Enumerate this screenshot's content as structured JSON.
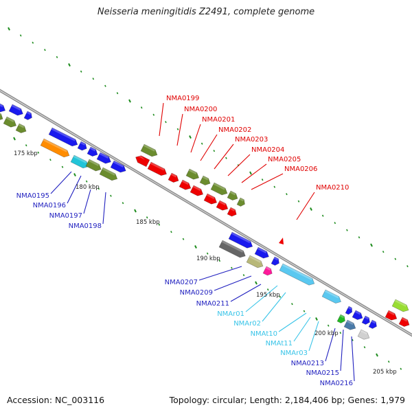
{
  "title": "Neisseria meningitidis Z2491, complete genome",
  "footer": {
    "accession": "Accession: NC_003116",
    "summary": "Topology: circular; Length: 2,184,406 bp; Genes: 1,979"
  },
  "colors": {
    "backbone": "#8c8c8c",
    "tick": "#1e8c1e",
    "label_red": "#e00000",
    "label_blue": "#1f1fbf",
    "label_cyan": "#38c4e8"
  },
  "tick_labels": [
    "175 kbp",
    "180 kbp",
    "185 kbp",
    "190 kbp",
    "195 kbp",
    "200 kbp",
    "205 kbp"
  ],
  "labels_top": [
    "NMA0199",
    "NMA0200",
    "NMA0201",
    "NMA0202",
    "NMA0203",
    "NMA0204",
    "NMA0205",
    "NMA0206",
    "NMA0210"
  ],
  "labels_left": [
    "NMA0195",
    "NMA0196",
    "NMA0197",
    "NMA0198"
  ],
  "labels_bottom": [
    "NMA0207",
    "NMA0209",
    "NMA0211",
    "NMAr01",
    "NMAr02",
    "NMAt10",
    "NMAt11",
    "NMAr03",
    "NMA0213",
    "NMA0215",
    "NMA0216"
  ]
}
